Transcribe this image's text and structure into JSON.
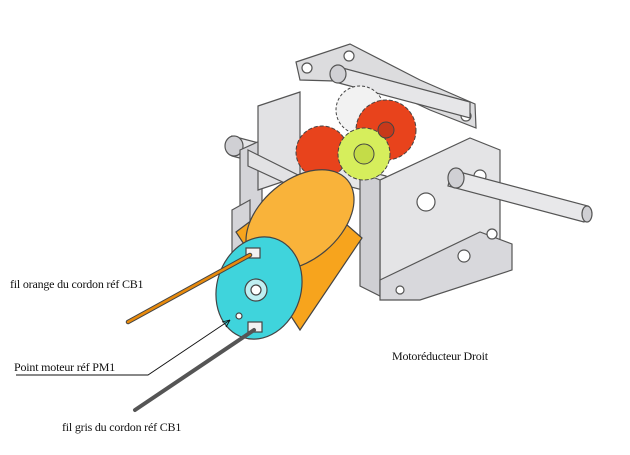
{
  "labels": {
    "orange_wire": "fil orange du cordon  réf CB1",
    "motor_point": "Point moteur réf PM1",
    "grey_wire": "fil gris du cordon réf CB1",
    "assembly_title": "Motoréducteur Droit"
  },
  "colors": {
    "motor_body": "#f7a41d",
    "motor_cap": "#3fd4dc",
    "orange_wire": "#e88a0c",
    "grey_wire": "#555555",
    "gear_red": "#e8431c",
    "gear_yellow": "#d6ee5c",
    "frame": "#dcdcde",
    "outline": "#555555"
  }
}
